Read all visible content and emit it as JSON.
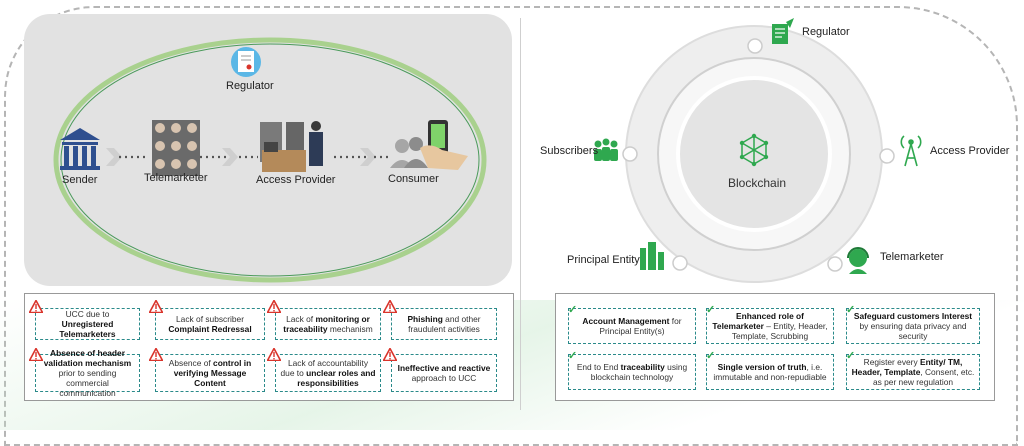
{
  "left": {
    "regulator": "Regulator",
    "nodes": [
      {
        "label": "Sender"
      },
      {
        "label": "Telemarketer"
      },
      {
        "label": "Access Provider"
      },
      {
        "label": "Consumer"
      }
    ]
  },
  "issues": [
    {
      "pre": "UCC due to ",
      "bold": "Unregistered Telemarketers",
      "post": ""
    },
    {
      "pre": "Lack of subscriber ",
      "bold": "Complaint Redressal",
      "post": ""
    },
    {
      "pre": "Lack of ",
      "bold": "monitoring or traceability",
      "post": " mechanism"
    },
    {
      "pre": "",
      "bold": "Phishing",
      "post": " and other fraudulent activities"
    },
    {
      "pre": "",
      "bold": "Absence of header validation mechanism",
      "post": " prior to sending commercial communication"
    },
    {
      "pre": "Absence of ",
      "bold": "control in verifying Message Content",
      "post": ""
    },
    {
      "pre": "Lack of accountability due to ",
      "bold": "unclear roles and responsibilities",
      "post": ""
    },
    {
      "pre": "",
      "bold": "Ineffective and reactive",
      "post": " approach to UCC"
    }
  ],
  "right": {
    "center": "Blockchain",
    "participants": [
      {
        "label": "Regulator"
      },
      {
        "label": "Access Provider"
      },
      {
        "label": "Telemarketer"
      },
      {
        "label": "Principal Entity"
      },
      {
        "label": "Subscribers"
      }
    ]
  },
  "solutions": [
    {
      "pre": "",
      "bold": "Account Management",
      "post": " for Principal Entity(s)"
    },
    {
      "pre": "",
      "bold": "Enhanced role of Telemarketer",
      "post": " – Entity, Header, Template, Scrubbing"
    },
    {
      "pre": "",
      "bold": "Safeguard customers Interest",
      "post": " by ensuring data privacy and security"
    },
    {
      "pre": "End to End ",
      "bold": "traceability",
      "post": " using blockchain technology"
    },
    {
      "pre": "",
      "bold": "Single version of truth",
      "post": ", i.e. immutable and non-repudiable"
    },
    {
      "pre": "Register every ",
      "bold": "Entity/ TM, Header, Template",
      "post": ", Consent, etc. as per new regulation"
    }
  ],
  "colors": {
    "green": "#2fa84f",
    "teal_dash": "#2a8a8a",
    "warn_red": "#d9342b",
    "ellipse_green": "#a9d18e"
  }
}
